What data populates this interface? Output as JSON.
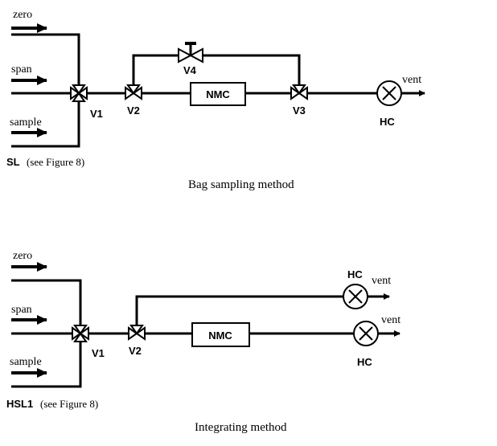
{
  "diagrams": {
    "bag": {
      "caption": "Bag sampling method",
      "inputs": {
        "zero": "zero",
        "span": "span",
        "sample": "sample"
      },
      "source_label": "SL",
      "source_note": "(see Figure 8)",
      "valves": {
        "v1": "V1",
        "v2": "V2",
        "v3": "V3",
        "v4": "V4"
      },
      "cutter": "NMC",
      "analyzer": "HC",
      "outlet": "vent"
    },
    "integrating": {
      "caption": "Integrating method",
      "inputs": {
        "zero": "zero",
        "span": "span",
        "sample": "sample"
      },
      "source_label": "HSL1",
      "source_note": "(see Figure 8)",
      "valves": {
        "v1": "V1",
        "v2": "V2"
      },
      "cutter": "NMC",
      "analyzer_top": "HC",
      "analyzer_bottom": "HC",
      "outlet_top": "vent",
      "outlet_bottom": "vent"
    }
  }
}
